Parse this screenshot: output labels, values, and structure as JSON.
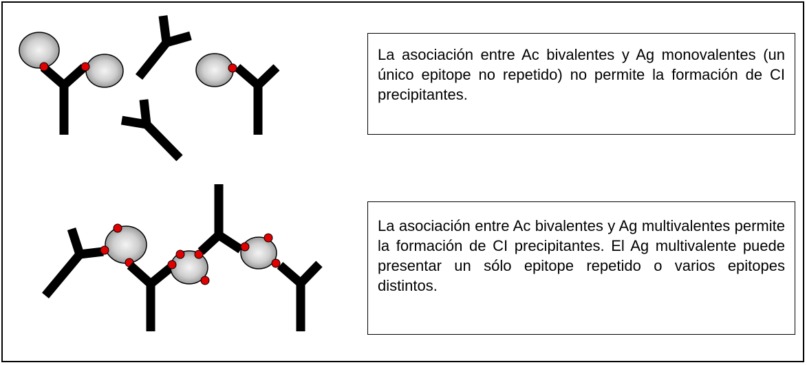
{
  "panels": [
    {
      "id": "monovalent",
      "text": "La asociación entre Ac bivalentes y Ag monovalentes (un único epitope no repetido) no permite la formación de CI precipitantes."
    },
    {
      "id": "multivalent",
      "text": "La asociación entre Ac bivalentes y Ag multivalentes permite la formación de CI precipitantes. El Ag multivalente puede presentar un sólo epitope repetido o varios epitopes distintos."
    }
  ],
  "colors": {
    "antibody": "#000000",
    "epitope": "#e00000",
    "antigen_highlight": "#f2f2f2",
    "antigen_shade": "#9a9a9a",
    "border": "#000000"
  }
}
